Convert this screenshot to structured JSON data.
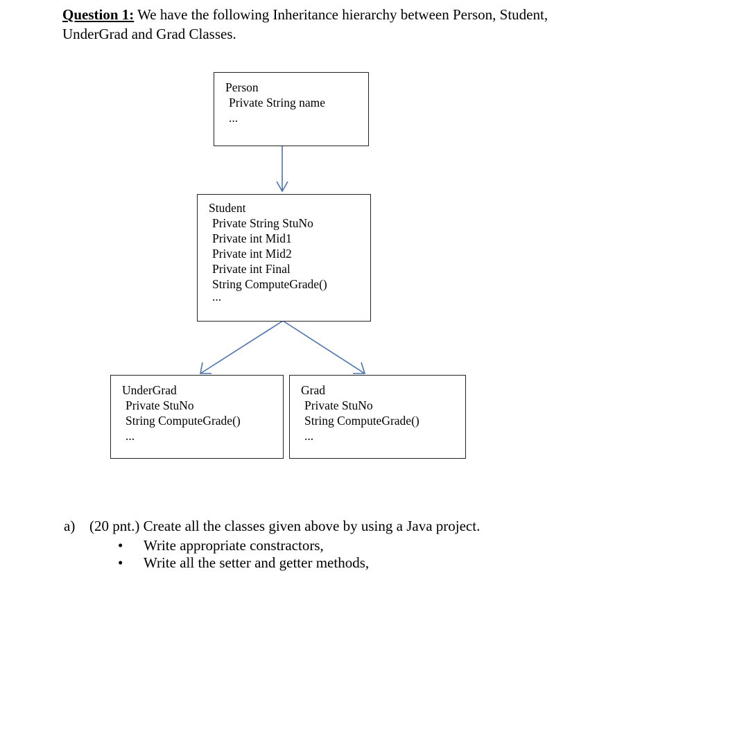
{
  "question": {
    "label": "Question 1:",
    "text_line1": " We have the following Inheritance hierarchy between Person, Student,",
    "text_line2": "UnderGrad and Grad Classes."
  },
  "diagram": {
    "arrow_color": "#4a72b0",
    "person": {
      "name": "Person",
      "fields": [
        "Private String name",
        "..."
      ]
    },
    "student": {
      "name": "Student",
      "fields": [
        "Private String StuNo",
        "Private int Mid1",
        "Private int Mid2",
        "Private int Final",
        "String ComputeGrade()",
        "..."
      ]
    },
    "undergrad": {
      "name": "UnderGrad",
      "fields": [
        "Private StuNo",
        "String ComputeGrade()",
        "..."
      ]
    },
    "grad": {
      "name": "Grad",
      "fields": [
        "Private StuNo",
        "String ComputeGrade()",
        "..."
      ]
    }
  },
  "part_a": {
    "marker": "a)",
    "text": "(20 pnt.) Create all the classes given above by using a Java project.",
    "bullets": [
      "Write appropriate constractors,",
      "Write all the setter and getter methods,"
    ]
  }
}
